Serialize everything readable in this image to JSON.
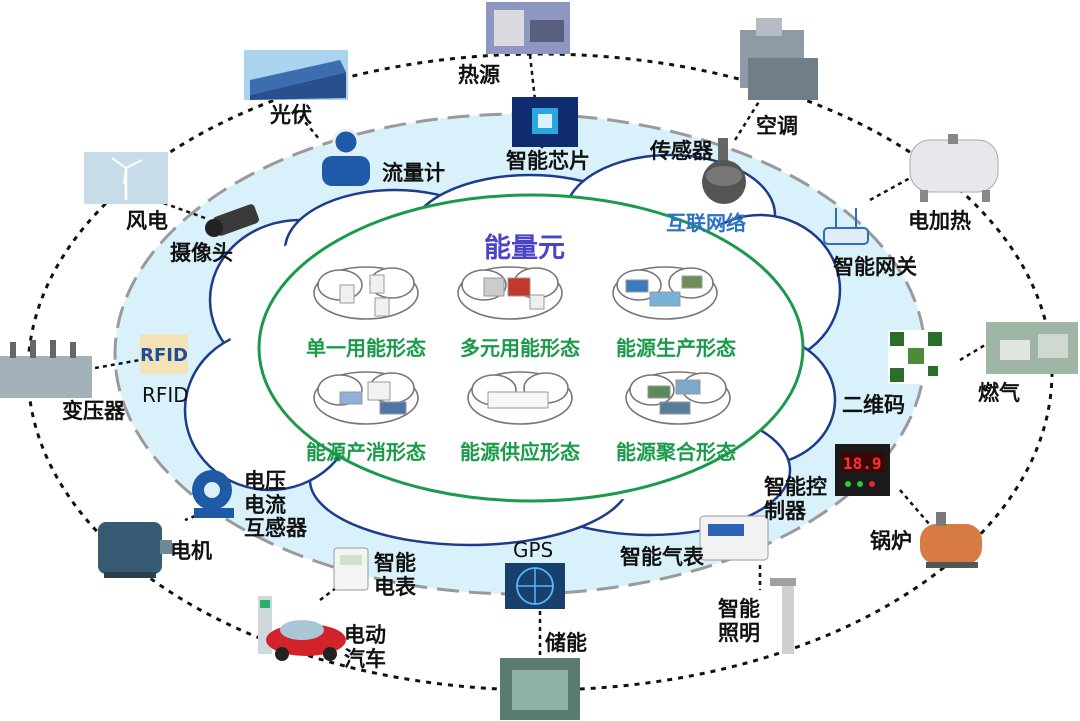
{
  "diagram": {
    "center_title": "能量元",
    "network_label": "互联网络",
    "forms": [
      "单一用能形态",
      "多元用能形态",
      "能源生产形态",
      "能源产消形态",
      "能源供应形态",
      "能源聚合形态"
    ],
    "devices": {
      "heat_source": "热源",
      "solar_pv": "光伏",
      "wind_power": "风电",
      "flow_meter": "流量计",
      "smart_chip": "智能芯片",
      "sensor": "传感器",
      "air_conditioner": "空调",
      "electric_heater": "电加热",
      "camera": "摄像头",
      "smart_gateway": "智能网关",
      "rfid": "RFID",
      "rfid_logo": "RFID",
      "transformer": "变压器",
      "qr_code": "二维码",
      "gas": "燃气",
      "smart_controller": "智能控\n制器",
      "boiler": "锅炉",
      "ct_pt": "电压\n电流\n互感器",
      "motor": "电机",
      "smart_electric_meter": "智能\n电表",
      "gps": "GPS",
      "smart_gas_meter": "智能气表",
      "electric_vehicle": "电动\n汽车",
      "energy_storage": "储能",
      "smart_lighting": "智能\n照明"
    },
    "controller_display": "18.9"
  }
}
